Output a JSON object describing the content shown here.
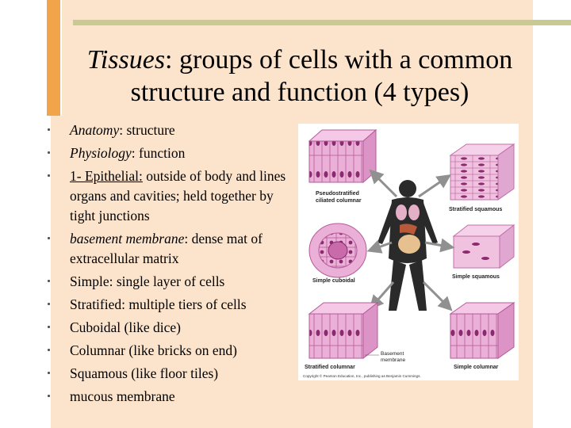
{
  "slide": {
    "title_italic": "Tissues",
    "title_rest": ": groups of cells with a common structure and function (4 types)",
    "bullets": [
      {
        "lead": "Anatomy",
        "lead_style": "italic",
        "text": ": structure"
      },
      {
        "lead": "Physiology",
        "lead_style": "italic",
        "text": ": function"
      },
      {
        "lead": "1- Epithelial:",
        "lead_style": "underline",
        "text": " outside of body and lines organs and cavities; held together by tight junctions"
      },
      {
        "lead": "basement membrane",
        "lead_style": "italic",
        "text": ": dense mat of extracellular matrix"
      },
      {
        "lead": "",
        "lead_style": "none",
        "text": "Simple: single layer of cells"
      },
      {
        "lead": "",
        "lead_style": "none",
        "text": "Stratified: multiple tiers of cells"
      },
      {
        "lead": "",
        "lead_style": "none",
        "text": "Cuboidal (like dice)"
      },
      {
        "lead": "",
        "lead_style": "none",
        "text": "Columnar (like bricks on end)"
      },
      {
        "lead": "",
        "lead_style": "none",
        "text": "Squamous (like floor tiles)"
      },
      {
        "lead": "",
        "lead_style": "none",
        "text": "mucous membrane"
      }
    ]
  },
  "figure": {
    "labels": {
      "pseudostratified_line1": "Pseudostratified",
      "pseudostratified_line2": "ciliated columnar",
      "stratified_squamous": "Stratified squamous",
      "simple_cuboidal": "Simple cuboidal",
      "simple_squamous": "Simple squamous",
      "basement_line1": "Basement",
      "basement_line2": "membrane",
      "stratified_columnar": "Stratified columnar",
      "simple_columnar": "Simple columnar",
      "copyright": "Copyright © Pearson Education, Inc., publishing as Benjamin Cummings."
    }
  },
  "colors": {
    "panel": "#fce4cc",
    "accent_bar": "#f2a44a",
    "rule": "#c9c992",
    "cell_pink": "#e8a2d0",
    "nucleus": "#8b2a6e"
  }
}
